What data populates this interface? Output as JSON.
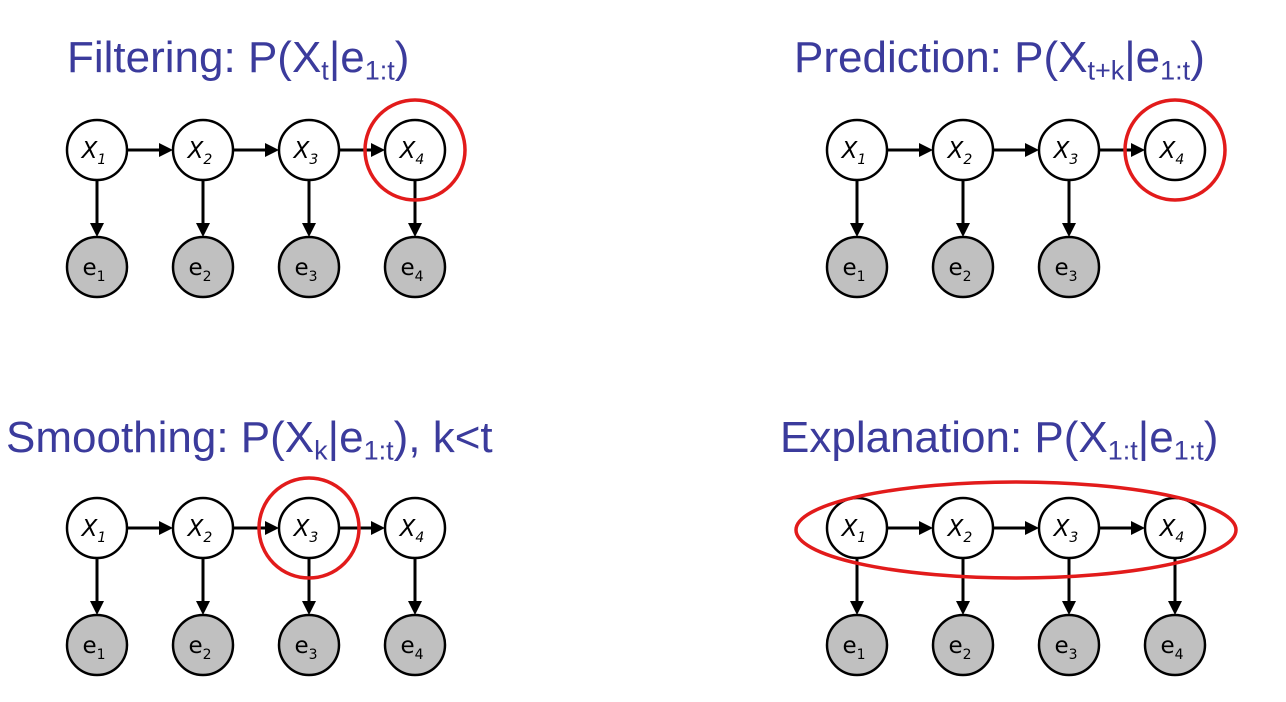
{
  "colors": {
    "title": "#3b3b9c",
    "highlight": "#e21b1b",
    "evidence_fill": "#c0c0c0",
    "state_fill": "#ffffff",
    "edge": "#000000"
  },
  "panels": [
    {
      "id": "filtering",
      "title": {
        "name": "Filtering",
        "sep": ": P(X",
        "sub1": "t",
        "bar": "|e",
        "sub2": "1:t",
        "end": ")"
      },
      "states": [
        {
          "letter": "X",
          "index": "1"
        },
        {
          "letter": "X",
          "index": "2"
        },
        {
          "letter": "X",
          "index": "3"
        },
        {
          "letter": "X",
          "index": "4"
        }
      ],
      "evidence": [
        {
          "letter": "e",
          "index": "1"
        },
        {
          "letter": "e",
          "index": "2"
        },
        {
          "letter": "e",
          "index": "3"
        },
        {
          "letter": "e",
          "index": "4"
        }
      ],
      "highlight": {
        "kind": "circle",
        "target_index": 4
      }
    },
    {
      "id": "prediction",
      "title": {
        "name": "Prediction",
        "sep": ": P(X",
        "sub1": "t+k",
        "bar": "|e",
        "sub2": "1:t",
        "end": ")"
      },
      "states": [
        {
          "letter": "X",
          "index": "1"
        },
        {
          "letter": "X",
          "index": "2"
        },
        {
          "letter": "X",
          "index": "3"
        },
        {
          "letter": "X",
          "index": "4"
        }
      ],
      "evidence": [
        {
          "letter": "e",
          "index": "1"
        },
        {
          "letter": "e",
          "index": "2"
        },
        {
          "letter": "e",
          "index": "3"
        }
      ],
      "highlight": {
        "kind": "circle",
        "target_index": 4
      }
    },
    {
      "id": "smoothing",
      "title": {
        "name": "Smoothing",
        "sep": ": P(X",
        "sub1": "k",
        "bar": "|e",
        "sub2": "1:t",
        "end": "), k<t"
      },
      "states": [
        {
          "letter": "X",
          "index": "1"
        },
        {
          "letter": "X",
          "index": "2"
        },
        {
          "letter": "X",
          "index": "3"
        },
        {
          "letter": "X",
          "index": "4"
        }
      ],
      "evidence": [
        {
          "letter": "e",
          "index": "1"
        },
        {
          "letter": "e",
          "index": "2"
        },
        {
          "letter": "e",
          "index": "3"
        },
        {
          "letter": "e",
          "index": "4"
        }
      ],
      "highlight": {
        "kind": "circle",
        "target_index": 3
      }
    },
    {
      "id": "explanation",
      "title": {
        "name": "Explanation",
        "sep": ": P(X",
        "sub1": "1:t",
        "bar": "|e",
        "sub2": "1:t",
        "end": ")"
      },
      "states": [
        {
          "letter": "X",
          "index": "1"
        },
        {
          "letter": "X",
          "index": "2"
        },
        {
          "letter": "X",
          "index": "3"
        },
        {
          "letter": "X",
          "index": "4"
        }
      ],
      "evidence": [
        {
          "letter": "e",
          "index": "1"
        },
        {
          "letter": "e",
          "index": "2"
        },
        {
          "letter": "e",
          "index": "3"
        },
        {
          "letter": "e",
          "index": "4"
        }
      ],
      "highlight": {
        "kind": "ellipse",
        "target_index": "all"
      }
    }
  ]
}
